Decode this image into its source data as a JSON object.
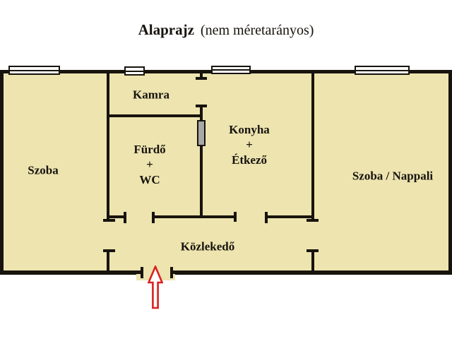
{
  "title": {
    "main": "Alaprajz",
    "note": "(nem méretarányos)"
  },
  "rooms": {
    "szoba": {
      "label": "Szoba"
    },
    "kamra": {
      "label": "Kamra"
    },
    "furdo": {
      "line1": "Fürdő",
      "line2": "+",
      "line3": "WC"
    },
    "konyha": {
      "line1": "Konyha",
      "line2": "+",
      "line3": "Étkező"
    },
    "nappali": {
      "label": "Szoba / Nappali"
    },
    "kozlekedo": {
      "label": "Közlekedő"
    }
  },
  "icons": {
    "entrance_arrow": "up-arrow-icon",
    "window_symbol": "window-icon",
    "interior_window_symbol": "interior-window-icon"
  },
  "colors": {
    "floor": "#ede4b0",
    "wall": "#17130d",
    "window_fill": "#ffffff",
    "interior_window_fill": "#a8a8a8",
    "arrow": "#d92121"
  }
}
